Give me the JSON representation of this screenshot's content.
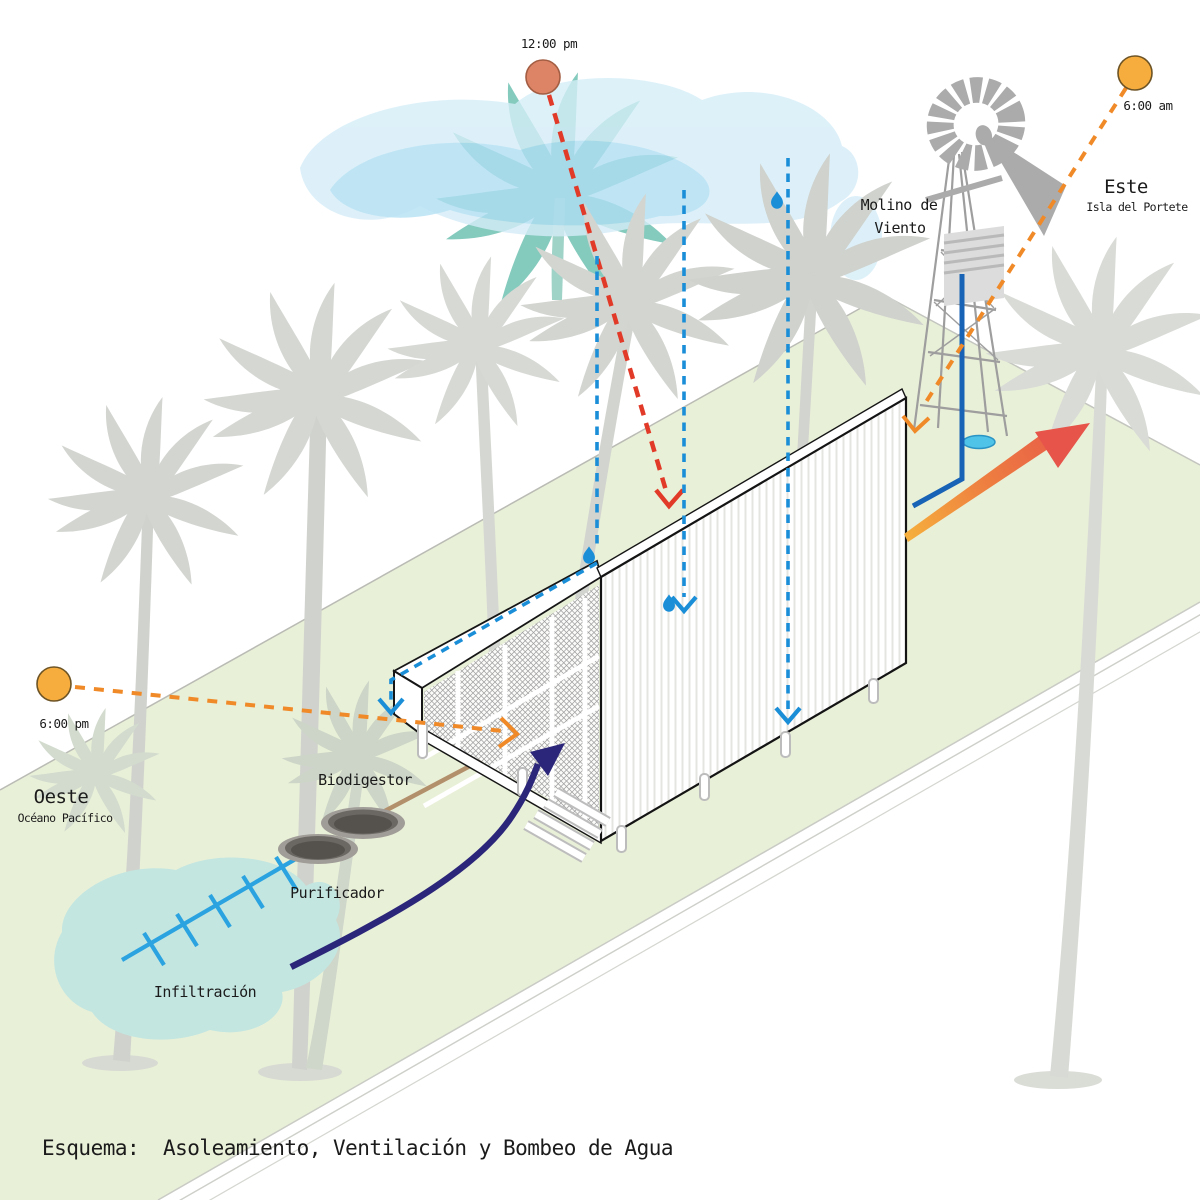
{
  "diagram": {
    "title_prefix": "Esquema:",
    "title_text": "Asoleamiento, Ventilación y Bombeo de Agua"
  },
  "suns": {
    "noon_time": "12:00 pm",
    "morning_time": "6:00 am",
    "evening_time": "6:00 pm"
  },
  "compass": {
    "east_label": "Este",
    "east_place": "Isla del Portete",
    "west_label": "Oeste",
    "west_place": "Océano Pacífico"
  },
  "windmill": {
    "label_line1": "Molino de",
    "label_line2": "Viento"
  },
  "water": {
    "biodigestor_label": "Biodigestor",
    "purificador_label": "Purificador",
    "infiltracion_label": "Infiltración"
  },
  "colors": {
    "ground_green": "#e9f0d8",
    "pool_teal": "#c3e6e1",
    "cloud_light": "#d5edf8",
    "cloud_mid": "#a9dcf2",
    "sun_noon": "#dd8466",
    "sun_morning": "#f7ad3d",
    "sun_evening": "#f7ad3d",
    "ray_red": "#e23a28",
    "ray_orange": "#f08a28",
    "rain_blue": "#1b8ed8",
    "pipe_blue": "#1863b5",
    "pump_navy": "#2b2679",
    "sewage_brown": "#b3906c",
    "vent_gradient_start": "#f6b03c",
    "vent_gradient_end": "#e6544a",
    "structure_gray": "#ababab",
    "palm_gray": "#d3d6d1"
  }
}
